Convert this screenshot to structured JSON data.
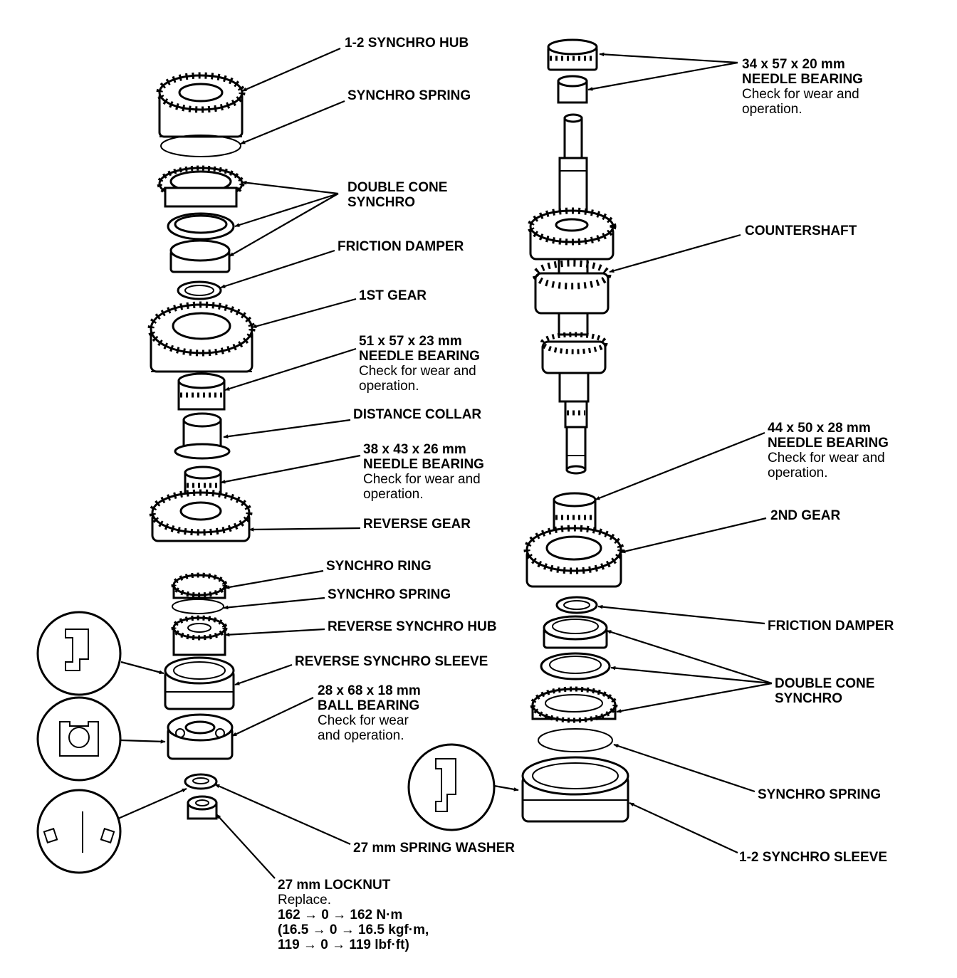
{
  "labels": {
    "hub12_top": "1-2 SYNCHRO HUB",
    "spring_top": "SYNCHRO SPRING",
    "dcs_left": [
      "DOUBLE CONE",
      "SYNCHRO"
    ],
    "friction_left": "FRICTION DAMPER",
    "gear1": "1ST GEAR",
    "nb51": {
      "title": "51 x 57 x 23 mm",
      "name": "NEEDLE BEARING",
      "note": [
        "Check for wear and",
        "operation."
      ]
    },
    "collar": "DISTANCE COLLAR",
    "nb38": {
      "title": "38 x 43 x 26 mm",
      "name": "NEEDLE BEARING",
      "note": [
        "Check for wear and",
        "operation."
      ]
    },
    "rev_gear": "REVERSE GEAR",
    "sync_ring": "SYNCHRO RING",
    "spring_mid": "SYNCHRO SPRING",
    "rev_hub": "REVERSE SYNCHRO HUB",
    "rev_sleeve": "REVERSE SYNCHRO SLEEVE",
    "ball": {
      "title": "28 x 68 x 18 mm",
      "name": "BALL BEARING",
      "note": [
        "Check for wear",
        "and operation."
      ]
    },
    "washer": "27 mm SPRING WASHER",
    "locknut": {
      "title": "27 mm LOCKNUT",
      "note": "Replace.",
      "torque": [
        "162 → 0 → 162 N·m",
        "(16.5 → 0 → 16.5 kgf·m,",
        "119 → 0 → 119 lbf·ft)"
      ]
    },
    "nb34": {
      "title": "34 x 57 x 20 mm",
      "name": "NEEDLE BEARING",
      "note": [
        "Check for wear and",
        "operation."
      ]
    },
    "countershaft": "COUNTERSHAFT",
    "nb44": {
      "title": "44 x 50 x 28 mm",
      "name": "NEEDLE BEARING",
      "note": [
        "Check for wear and",
        "operation."
      ]
    },
    "gear2": "2ND GEAR",
    "friction_right": "FRICTION DAMPER",
    "dcs_right": [
      "DOUBLE CONE",
      "SYNCHRO"
    ],
    "spring_right": "SYNCHRO SPRING",
    "sleeve12": "1-2 SYNCHRO SLEEVE"
  }
}
